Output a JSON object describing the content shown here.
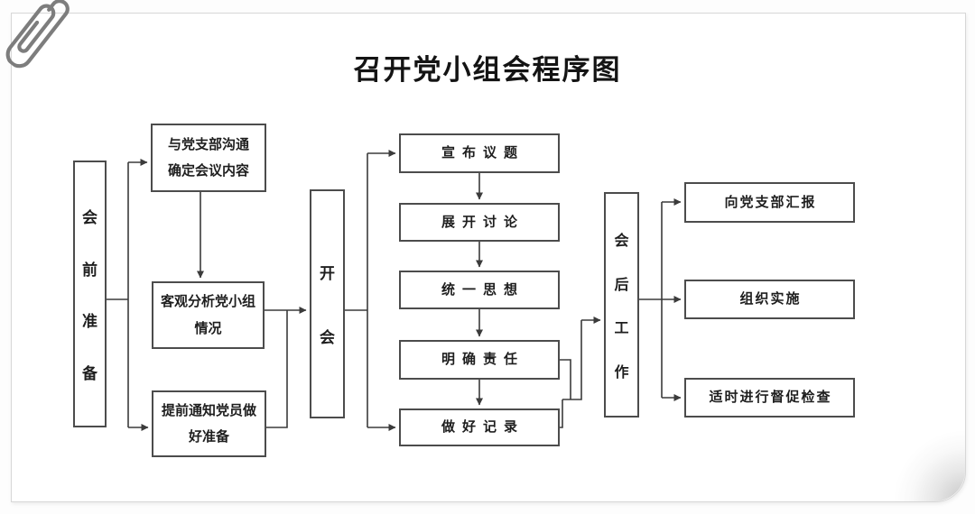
{
  "title": "召开党小组会程序图",
  "columns": {
    "pre_meeting": {
      "label": "会前准备",
      "chars": [
        "会",
        "前",
        "准",
        "备"
      ]
    },
    "meeting": {
      "label": "开会",
      "chars": [
        "开",
        "会"
      ]
    },
    "post_meeting": {
      "label": "会后工作",
      "chars": [
        "会",
        "后",
        "工",
        "作"
      ]
    }
  },
  "pre_meeting_steps": [
    {
      "line1": "与党支部沟通",
      "line2": "确定会议内容"
    },
    {
      "line1": "客观分析党小组",
      "line2": "情况"
    },
    {
      "line1": "提前通知党员做",
      "line2": "好准备"
    }
  ],
  "meeting_steps": [
    "宣布议题",
    "展开讨论",
    "统一思想",
    "明确责任",
    "做好记录"
  ],
  "post_meeting_steps": [
    "向党支部汇报",
    "组织实施",
    "适时进行督促检查"
  ],
  "icons": {
    "paperclip": "paperclip-icon"
  },
  "colors": {
    "box_border": "#4c4c4c",
    "connector": "#3b3b3b",
    "text": "#1e1e1e",
    "paper_background": "#ffffff",
    "paper_border": "#d7d7d7",
    "paperclip": "#7d7d7d"
  }
}
